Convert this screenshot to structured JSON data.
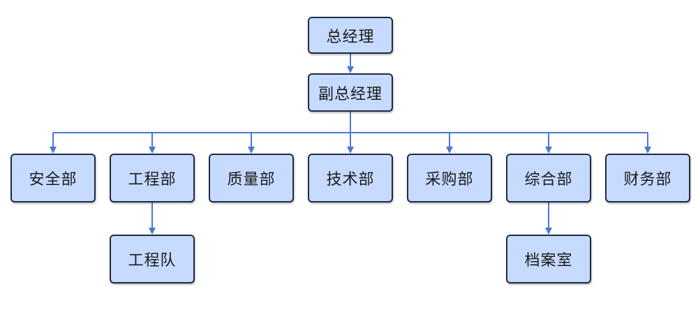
{
  "chart": {
    "general_manager": "总经理",
    "deputy_general_manager": "副总经理",
    "departments": [
      "安全部",
      "工程部",
      "质量部",
      "技术部",
      "采购部",
      "综合部",
      "财务部"
    ],
    "sub_units": {
      "engineering_team": "工程队",
      "archives_room": "档案室"
    }
  },
  "colors": {
    "node_fill": "#c6dbff",
    "node_border": "#1f2a44",
    "connector": "#4a78d6"
  }
}
